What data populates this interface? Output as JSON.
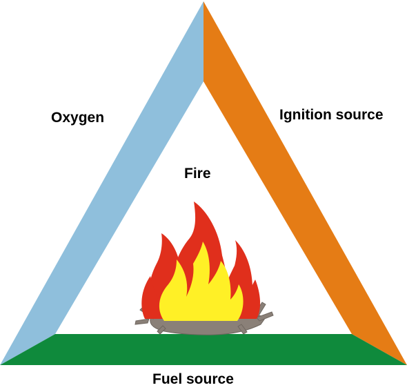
{
  "labels": {
    "oxygen": "Oxygen",
    "ignition": "Ignition source",
    "fire": "Fire",
    "fuel": "Fuel source"
  },
  "colors": {
    "oxygen_side": "#8fbfdc",
    "ignition_side": "#e57c15",
    "fuel_side": "#0f8a3c",
    "flame_outer": "#e02f1c",
    "flame_inner": "#fff026",
    "logs": "#8a8078",
    "background": "#ffffff"
  },
  "icons": {
    "center": "campfire-icon"
  }
}
